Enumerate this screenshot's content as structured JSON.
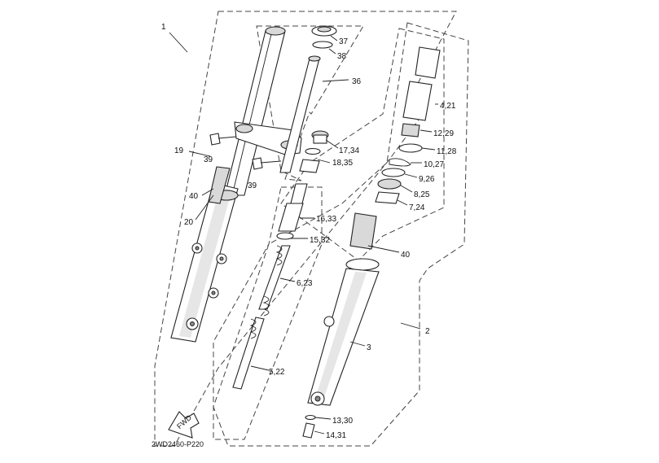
{
  "diagram": {
    "callouts": {
      "c1": "1",
      "c2": "2",
      "c3": "3",
      "c4_21": "4,21",
      "c5_22": "5,22",
      "c6_23": "6,23",
      "c7_24": "7,24",
      "c8_25": "8,25",
      "c9_26": "9,26",
      "c10_27": "10,27",
      "c11_28": "11,28",
      "c12_29": "12,29",
      "c13_30": "13,30",
      "c14_31": "14,31",
      "c15_32": "15,32",
      "c16_33": "16,33",
      "c17_34": "17,34",
      "c18_35": "18,35",
      "c19": "19",
      "c20": "20",
      "c36": "36",
      "c37": "37",
      "c38": "38",
      "c39a": "39",
      "c39b": "39",
      "c40a": "40",
      "c40b": "40"
    },
    "fwd_label": "FWD",
    "drawing_code": "2WD2460-P220"
  }
}
